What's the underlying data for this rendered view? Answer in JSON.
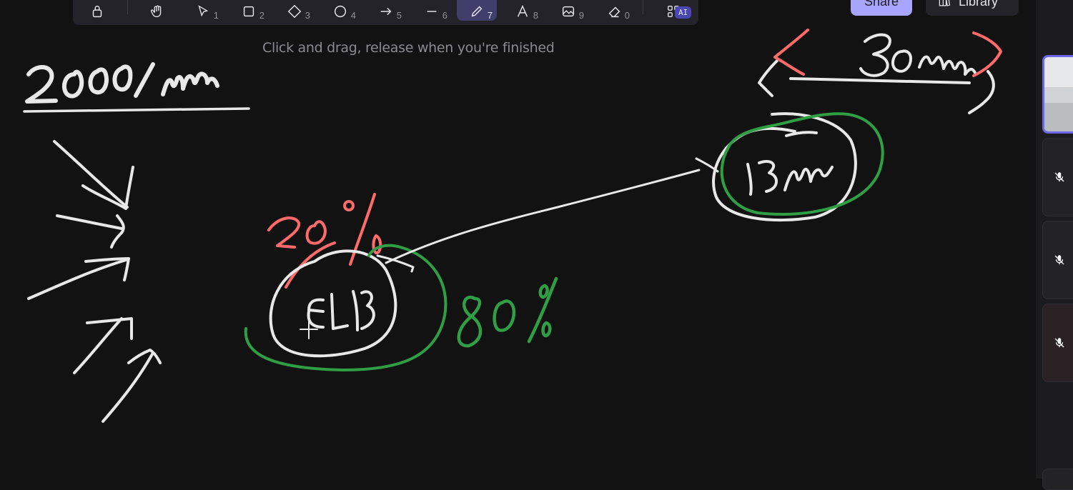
{
  "toolbar": {
    "tools": [
      {
        "name": "lock-icon",
        "key": ""
      },
      {
        "name": "hand-icon",
        "key": ""
      },
      {
        "name": "selection-icon",
        "key": "1"
      },
      {
        "name": "rectangle-icon",
        "key": "2"
      },
      {
        "name": "diamond-icon",
        "key": "3"
      },
      {
        "name": "ellipse-icon",
        "key": "4"
      },
      {
        "name": "arrow-icon",
        "key": "5"
      },
      {
        "name": "line-icon",
        "key": "6"
      },
      {
        "name": "pencil-icon",
        "key": "7",
        "active": true
      },
      {
        "name": "text-icon",
        "key": "8"
      },
      {
        "name": "image-icon",
        "key": "9"
      },
      {
        "name": "eraser-icon",
        "key": "0"
      },
      {
        "name": "more-tools-icon",
        "key": ""
      }
    ],
    "ai_badge": "AI"
  },
  "hint": "Click and drag, release when you're finished",
  "header": {
    "share_label": "Share",
    "library_label": "Library"
  },
  "colors": {
    "background": "#121212",
    "stroke_white": "#e8e8e8",
    "stroke_red": "#ff6b6b",
    "stroke_green": "#2f9e44",
    "accent": "#a8a5ff"
  },
  "side_panel": {
    "tiles": [
      {
        "name": "video-tile-1",
        "muted": false,
        "selected": true
      },
      {
        "name": "video-tile-2",
        "muted": true
      },
      {
        "name": "video-tile-3",
        "muted": true
      },
      {
        "name": "video-tile-4",
        "muted": true
      }
    ]
  }
}
